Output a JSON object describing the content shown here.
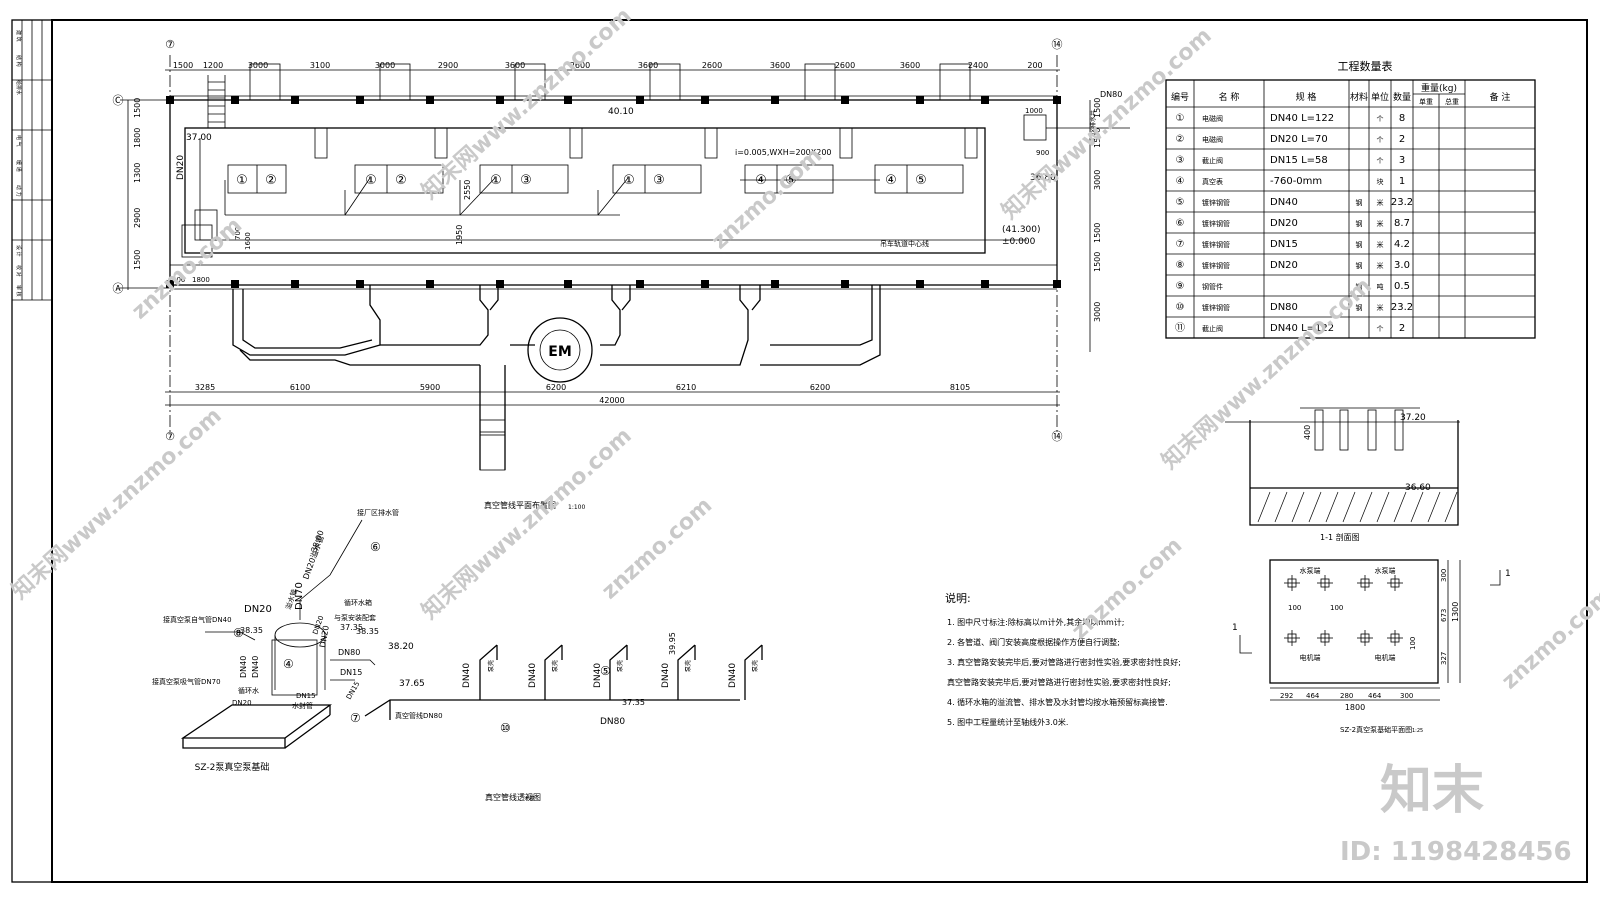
{
  "plan": {
    "title": "真空管线平面布置图",
    "scale": "1:100",
    "top_dims": [
      "1500",
      "1200",
      "3000",
      "3100",
      "3000",
      "2900",
      "3600",
      "2600",
      "3600",
      "2600",
      "3600",
      "2600",
      "3600",
      "2400",
      "200"
    ],
    "bottom_dims": [
      "3285",
      "6100",
      "5900",
      "6200",
      "6210",
      "6200",
      "8105"
    ],
    "total": "42000",
    "left_dims": [
      "1500",
      "1800",
      "1300",
      "2900",
      "1500"
    ],
    "right_dims": [
      "1500",
      "1500",
      "3000",
      "1500",
      "1500",
      "3000"
    ],
    "axis_top": [
      "⑦",
      "⑭"
    ],
    "axis_left": [
      "Ⓒ",
      "Ⓐ"
    ],
    "labels": {
      "elev_top": "40.10",
      "elev_left": "37.00",
      "elev_right": "36.80",
      "slope": "i=0.005,WXH=200X200",
      "crane": "吊车轨道中心线",
      "elev_box": "(41.300)",
      "elev_zero": "±0.000",
      "dn20": "DN20",
      "dn80": "DN80",
      "drain": "厂区排水井",
      "mid_dim": "2550",
      "mid_dim2": "1950",
      "pump": "EM",
      "small1": "1000",
      "small2": "900",
      "small3": "400",
      "small4": "1800",
      "small5": "700",
      "small6": "1600"
    },
    "valves": [
      "①",
      "②",
      "①",
      "②",
      "①",
      "③",
      "①",
      "③",
      "④",
      "⑤",
      "④",
      "⑤"
    ]
  },
  "table": {
    "title": "工程数量表",
    "headers": [
      "编号",
      "名 称",
      "规 格",
      "材料",
      "单位",
      "数量",
      "重量(kg)",
      "备 注"
    ],
    "sub_headers": [
      "单重",
      "总重"
    ],
    "rows": [
      [
        "①",
        "电磁阀",
        "DN40 L=122",
        "",
        "个",
        "8",
        "",
        "",
        ""
      ],
      [
        "②",
        "电磁阀",
        "DN20 L=70",
        "",
        "个",
        "2",
        "",
        "",
        ""
      ],
      [
        "③",
        "截止阀",
        "DN15 L=58",
        "",
        "个",
        "3",
        "",
        "",
        ""
      ],
      [
        "④",
        "真空表",
        "-760-0mm",
        "",
        "块",
        "1",
        "",
        "",
        ""
      ],
      [
        "⑤",
        "镀锌钢管",
        "DN40",
        "钢",
        "米",
        "23.2",
        "",
        "",
        ""
      ],
      [
        "⑥",
        "镀锌钢管",
        "DN20",
        "钢",
        "米",
        "8.7",
        "",
        "",
        ""
      ],
      [
        "⑦",
        "镀锌钢管",
        "DN15",
        "钢",
        "米",
        "4.2",
        "",
        "",
        ""
      ],
      [
        "⑧",
        "镀锌钢管",
        "DN20",
        "钢",
        "米",
        "3.0",
        "",
        "",
        ""
      ],
      [
        "⑨",
        "钢管件",
        "",
        "钢",
        "吨",
        "0.5",
        "",
        "",
        ""
      ],
      [
        "⑩",
        "镀锌钢管",
        "DN80",
        "钢",
        "米",
        "23.2",
        "",
        "",
        ""
      ],
      [
        "⑪",
        "截止阀",
        "DN40 L=122",
        "",
        "个",
        "2",
        "",
        "",
        ""
      ]
    ]
  },
  "section": {
    "title": "1-1 剖面图",
    "elev_top": "37.20",
    "elev_bot": "36.60",
    "dim": "400"
  },
  "base": {
    "title": "SZ-2真空泵基础平面图",
    "scale": "1:25",
    "labels": [
      "水泵端",
      "水泵端",
      "电机端",
      "电机端"
    ],
    "bottom_dims": [
      "292",
      "464",
      "280",
      "464",
      "300"
    ],
    "total": "1800",
    "right_dims": [
      "300",
      "673",
      "327"
    ],
    "right_total": "1300",
    "small": [
      "100",
      "100",
      "100"
    ],
    "mark": "1"
  },
  "notes": {
    "title": "说明:",
    "items": [
      "1. 图中尺寸标注:除标高以m计外,其余均以mm计;",
      "2. 各管道、阀门安装高度根据操作方便自行调整;",
      "3. 真空管路安装完毕后,要对管路进行密封性实验,要求密封性良好;",
      "   真空管路安装完毕后,要对管路进行密封性实验,要求密封性良好;",
      "4. 循环水箱的溢流管、排水管及水封管均按水箱预留标高接管.",
      "5. 图中工程量统计至轴线外3.0米."
    ]
  },
  "iso": {
    "title": "真空管线透视图",
    "scale": "示意",
    "labels": [
      "DN40",
      "DN40",
      "DN40",
      "DN40",
      "DN40",
      "泵壳",
      "泵壳",
      "泵壳",
      "泵壳",
      "泵壳",
      "真空管线DN80",
      "DN80",
      "37.35",
      "39.95"
    ],
    "circles": [
      "⑤",
      "⑩"
    ]
  },
  "pumpiso": {
    "title": "SZ-2泵真空泵基础",
    "labels": [
      "接厂区排水管",
      "38.00",
      "DN20溢水管",
      "⑥",
      "DN20",
      "DN70",
      "溢水管",
      "接真空泵自气管DN40",
      "38.35",
      "接真空泵吸气管DN70",
      "循环水箱",
      "与泵安装配套",
      "37.35",
      "38.35",
      "38.20",
      "37.65",
      "DN40",
      "DN40",
      "DN20",
      "DN80",
      "DN15",
      "DN15",
      "DN15",
      "DN20",
      "循环水",
      "水封管",
      "⑦",
      "⑧",
      "④",
      "DN20"
    ]
  },
  "titleblock": {
    "cells": [
      "建 筑",
      "结 构",
      "给排水",
      "电 气",
      "暖 通",
      "动 力",
      "设 计",
      "校 对",
      "审 核"
    ]
  },
  "brand": {
    "logo": "知末",
    "id": "ID: 1198428456",
    "wm": "znzmo.com",
    "wm2": "知末网www.znzmo.com"
  }
}
